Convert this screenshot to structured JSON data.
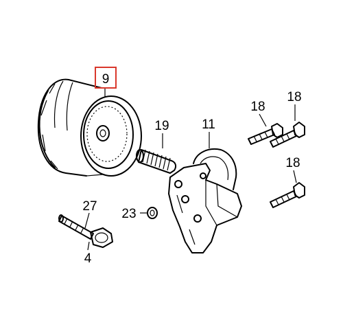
{
  "diagram": {
    "highlight_color": "#d9372b",
    "line_color": "#000000",
    "callouts": {
      "oil_filter": "9",
      "stud_bolt": "19",
      "filter_base": "11",
      "bolt_upper_left": "18",
      "bolt_upper_right": "18",
      "bolt_lower": "18",
      "flange_bolt": "27",
      "flange_bolt_sub": "4",
      "washer": "23"
    }
  }
}
